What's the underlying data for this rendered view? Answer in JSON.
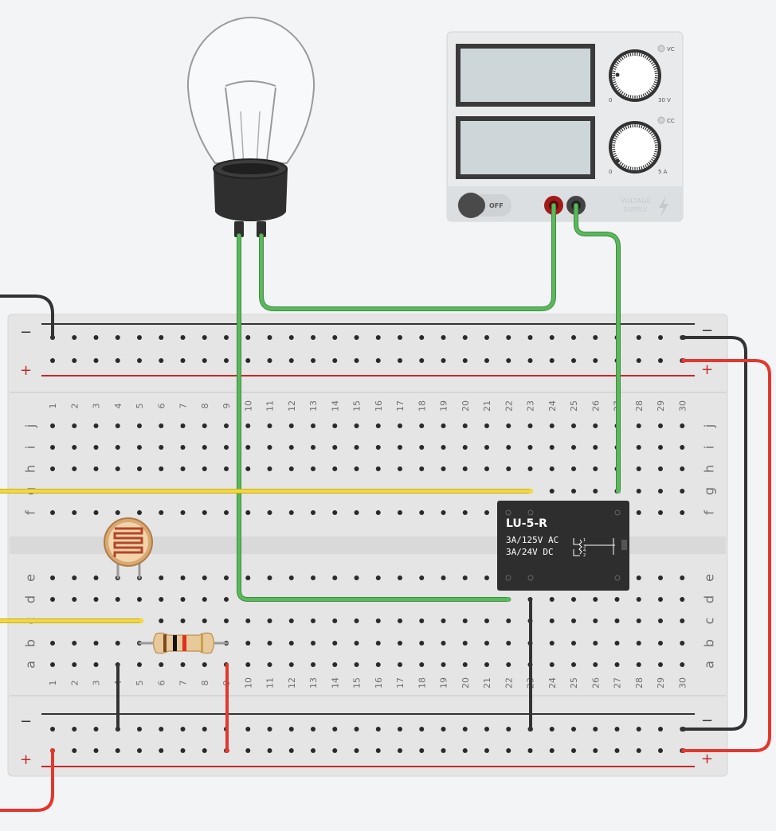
{
  "breadboard": {
    "column_numbers": [
      "1",
      "2",
      "3",
      "4",
      "5",
      "6",
      "7",
      "8",
      "9",
      "10",
      "11",
      "12",
      "13",
      "14",
      "15",
      "16",
      "17",
      "18",
      "19",
      "20",
      "21",
      "22",
      "23",
      "24",
      "25",
      "26",
      "27",
      "28",
      "29",
      "30"
    ],
    "top_rows": [
      "j",
      "i",
      "h",
      "g",
      "f"
    ],
    "bottom_rows": [
      "e",
      "d",
      "c",
      "b",
      "a"
    ],
    "rail_minus": "−",
    "rail_plus": "+"
  },
  "power_supply": {
    "voltage_mode_label": "VC",
    "current_mode_label": "CC",
    "voltage_min": "0",
    "voltage_max": "30 V",
    "current_min": "0",
    "current_max": "5 A",
    "switch_label": "OFF",
    "brand_line1": "VOLTAGE",
    "brand_line2": "SUPPLY"
  },
  "relay": {
    "model": "LU-5-R",
    "rating_ac": "3A/125V AC",
    "rating_dc": "3A/24V  DC",
    "pin_labels": [
      "1",
      "3",
      "4",
      "2"
    ]
  },
  "colors": {
    "wire_green": "#5cb85c",
    "wire_red": "#e2382f",
    "wire_black": "#333333",
    "wire_yellow": "#f4d93a",
    "breadboard": "#e6e6e6",
    "relay_body": "#2e2e2e"
  }
}
